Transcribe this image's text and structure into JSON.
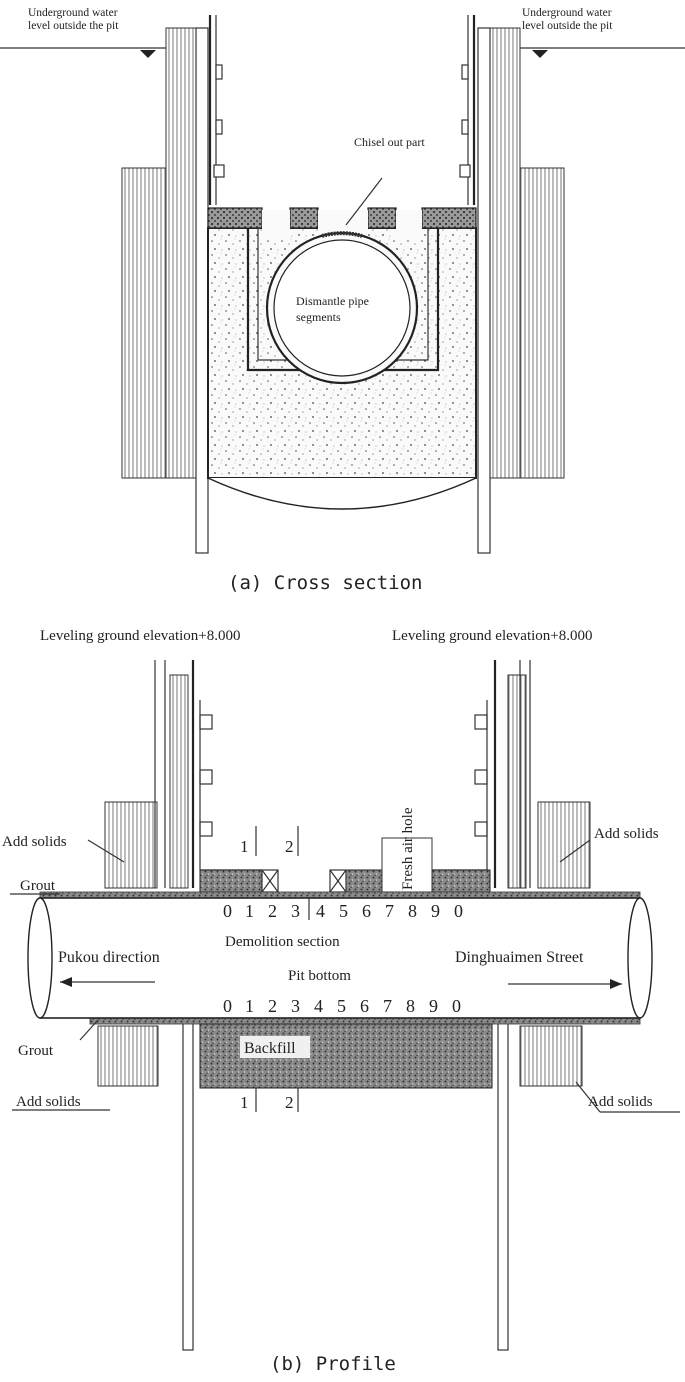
{
  "cross_section": {
    "caption": "(a) Cross section",
    "water_label_left_1": "Underground water",
    "water_label_left_2": "level outside the pit",
    "water_label_right_1": "Underground water",
    "water_label_right_2": "level outside the pit",
    "chisel_label": "Chisel out part",
    "dismantle_label_1": "Dismantle    pipe",
    "dismantle_label_2": "segments"
  },
  "profile": {
    "caption": "(b) Profile",
    "ground_left": "Leveling ground elevation+8.000",
    "ground_right": "Leveling ground elevation+8.000",
    "add_solids_upper_left": "Add solids",
    "add_solids_upper_right": "Add solids",
    "add_solids_lower_left": "Add solids",
    "add_solids_lower_right": "Add solids",
    "grout_upper": "Grout",
    "grout_lower": "Grout",
    "fresh_air_hole": "Fresh air hole",
    "demolition_section": "Demolition section",
    "pit_bottom": "Pit bottom",
    "pukou_direction": "Pukou direction",
    "dinghuaimen_street": "Dinghuaimen Street",
    "backfill": "Backfill",
    "section_mark_1": "1",
    "section_mark_2": "2",
    "section_mark_1_lower": "1",
    "section_mark_2_lower": "2",
    "ring_numbers_top": [
      "0",
      "1",
      "2",
      "3",
      "4",
      "5",
      "6",
      "7",
      "8",
      "9",
      "0"
    ],
    "ring_numbers_bottom": [
      "0",
      "1",
      "2",
      "3",
      "4",
      "5",
      "6",
      "7",
      "8",
      "9",
      "0"
    ]
  }
}
